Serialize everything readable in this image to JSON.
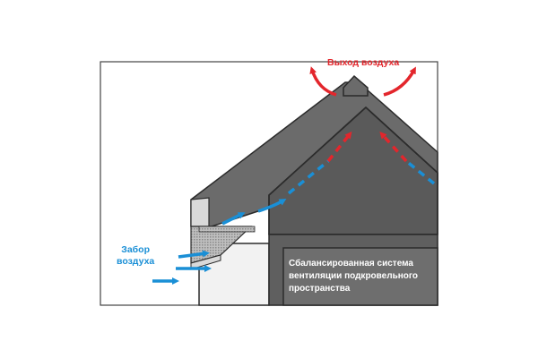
{
  "labels": {
    "air_exit": "Выход воздуха",
    "air_intake": [
      "Забор",
      "воздуха"
    ],
    "system_title": [
      "Сбалансированная система",
      "вентиляции подкровельного",
      "пространства"
    ]
  },
  "colors": {
    "roof_dark": "#6b6b6b",
    "attic": "#5a5a5a",
    "outline": "#2b2b2b",
    "light_gray": "#d9d9d9",
    "exhaust_red": "#e3262c",
    "intake_blue": "#1a8fd6"
  }
}
